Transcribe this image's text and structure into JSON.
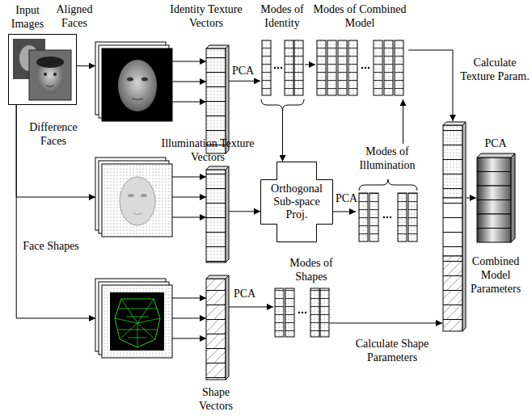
{
  "diagram": {
    "nodes": [
      {
        "text": [
          "Input Images"
        ]
      },
      {
        "text": [
          "Aligned Faces"
        ]
      },
      {
        "text": [
          "Identity Texture Vectors"
        ]
      },
      {
        "text": [
          "Modes of Identity"
        ]
      },
      {
        "text": [
          "Modes of Combined Model"
        ]
      },
      {
        "text": [
          "Difference Faces"
        ]
      },
      {
        "text": [
          "Illumination Texture Vectors"
        ]
      },
      {
        "text": [
          "Orthogonal Sub-space Proj."
        ]
      },
      {
        "text": [
          "Modes of Illumination"
        ]
      },
      {
        "text": [
          "Face Shapes"
        ]
      },
      {
        "text": [
          "Shape Vectors"
        ]
      },
      {
        "text": [
          "Modes of Shapes"
        ]
      },
      {
        "text": [
          "Combined Model Parameters"
        ]
      }
    ],
    "edges": [
      {
        "from": 0,
        "to": 1,
        "arrow": "to"
      },
      {
        "from": 0,
        "to": 5,
        "arrow": "to"
      },
      {
        "from": 0,
        "to": 9,
        "arrow": "to"
      },
      {
        "from": 1,
        "to": 2,
        "arrow": "to"
      },
      {
        "from": 2,
        "to": 3,
        "label": "PCA",
        "arrow": "to"
      },
      {
        "from": 3,
        "to": 4,
        "arrow": "to"
      },
      {
        "from": 3,
        "to": 7,
        "arrow": "to"
      },
      {
        "from": 5,
        "to": 6,
        "arrow": "to"
      },
      {
        "from": 6,
        "to": 7,
        "arrow": "to"
      },
      {
        "from": 7,
        "to": 8,
        "label": "PCA",
        "arrow": "to"
      },
      {
        "from": 8,
        "to": 4,
        "arrow": "to"
      },
      {
        "from": 9,
        "to": 10,
        "arrow": "to"
      },
      {
        "from": 10,
        "to": 11,
        "label": "PCA",
        "arrow": "to"
      }
    ],
    "labels": [
      "Calculate Texture Param.",
      "Calculate Shape Parameters",
      "PCA"
    ]
  }
}
